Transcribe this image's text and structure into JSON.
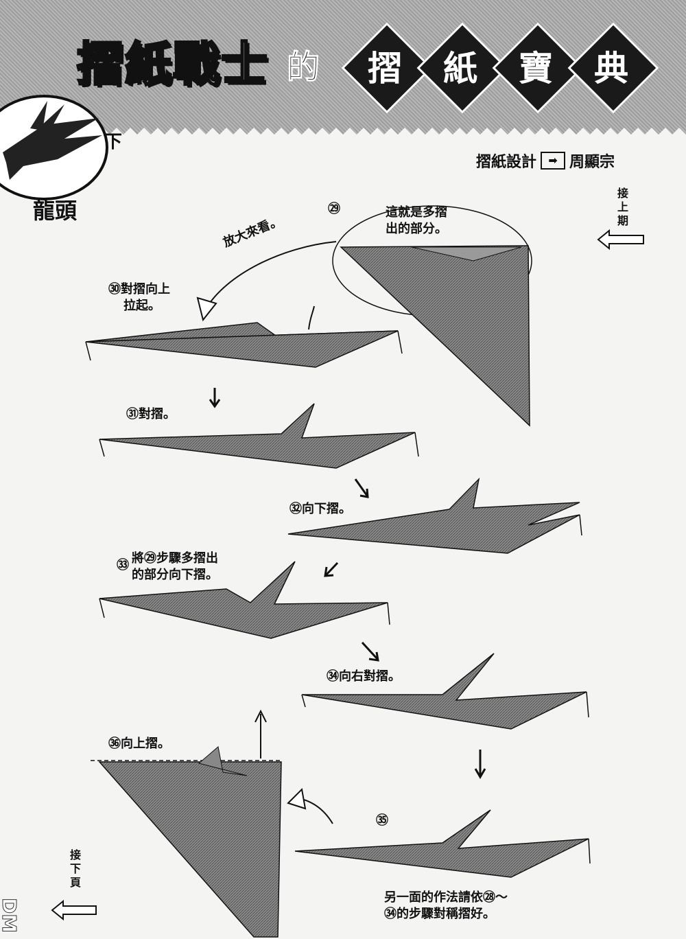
{
  "header": {
    "title_main": "摺紙戰士",
    "title_connector": "的",
    "title_diamonds": [
      "摺",
      "紙",
      "寶",
      "典"
    ],
    "volume": "下",
    "credit_prefix": "摺紙設計",
    "credit_name": "周顯宗"
  },
  "section_title": "龍頭",
  "margin_notes": {
    "continued_from": "接上期",
    "continued_to": "接下頁"
  },
  "steps": {
    "s29_number": "㉙",
    "s29_note_line1": "這就是多摺",
    "s29_note_line2": "出的部分。",
    "zoom_note": "放大來看。",
    "s30_line1": "㉚對摺向上",
    "s30_line2": "拉起。",
    "s31": "㉛對摺。",
    "s32": "㉜向下摺。",
    "s33_number": "㉝",
    "s33_line1": "將㉙步驟多摺出",
    "s33_line2": "的部分向下摺。",
    "s34": "㉞向右對摺。",
    "s35_number": "㉟",
    "s36": "㊱向上摺。",
    "footer_line1": "另一面的作法請依㉘～",
    "footer_line2": "㉞的步驟對稱摺好。"
  },
  "watermark": "DM"
}
